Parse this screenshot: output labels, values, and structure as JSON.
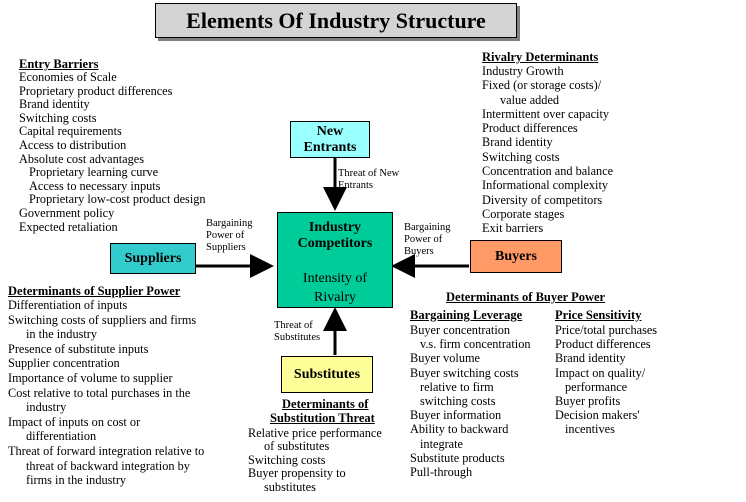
{
  "title": "Elements Of Industry Structure",
  "center": {
    "title": "Industry Competitors",
    "subtitle": "Intensity of Rivalry"
  },
  "new_entrants": {
    "label": "New Entrants",
    "threat": "Threat of New Entrants"
  },
  "suppliers": {
    "label": "Suppliers",
    "bargaining": "Bargaining Power of Suppliers"
  },
  "buyers": {
    "label": "Buyers",
    "bargaining": "Bargaining Power of Buyers"
  },
  "substitutes": {
    "label": "Substitutes",
    "threat": "Threat of Substitutes"
  },
  "entry_barriers": {
    "heading": "Entry Barriers",
    "items": [
      "Economies of Scale",
      "Proprietary product differences",
      "Brand identity",
      "Switching costs",
      "Capital requirements",
      "Access to distribution",
      "Absolute cost advantages",
      "Proprietary learning curve",
      "Access to necessary inputs",
      "Proprietary low-cost product design",
      "Government policy",
      "Expected retaliation"
    ]
  },
  "rivalry_determinants": {
    "heading": "Rivalry Determinants",
    "items": [
      "Industry Growth",
      "Fixed (or storage costs)/",
      "value added",
      "Intermittent over capacity",
      "Product differences",
      "Brand identity",
      "Switching costs",
      "Concentration and balance",
      "Informational complexity",
      "Diversity of competitors",
      "Corporate stages",
      "Exit barriers"
    ]
  },
  "supplier_power": {
    "heading": "Determinants of Supplier Power",
    "items": [
      "Differentiation of inputs",
      "Switching costs of suppliers and firms",
      "in the industry",
      "Presence of substitute inputs",
      "Supplier concentration",
      "Importance of volume to supplier",
      "Cost relative to total purchases in the",
      "industry",
      "Impact of inputs on cost or",
      "differentiation",
      "Threat of forward integration relative to",
      "threat of backward integration by",
      "firms in the industry"
    ]
  },
  "substitution_threat": {
    "heading_line1": "Determinants of",
    "heading_line2": "Substitution Threat",
    "items": [
      "Relative price performance",
      "of substitutes",
      "Switching costs",
      "Buyer propensity to",
      "substitutes"
    ]
  },
  "buyer_power": {
    "heading": "Determinants of Buyer Power",
    "leverage": {
      "heading": "Bargaining Leverage",
      "items": [
        "Buyer concentration",
        "v.s. firm concentration",
        "Buyer volume",
        "Buyer switching costs",
        "relative to firm",
        "switching costs",
        "Buyer information",
        "Ability to backward",
        "integrate",
        "Substitute products",
        "Pull-through"
      ]
    },
    "price": {
      "heading": "Price Sensitivity",
      "items": [
        "Price/total purchases",
        "Product differences",
        "Brand identity",
        "Impact on quality/",
        "performance",
        "Buyer profits",
        "Decision makers'",
        "incentives"
      ]
    }
  },
  "colors": {
    "title_bg": "#d4d4d4",
    "new_entrants": "#99ffff",
    "suppliers": "#33cccc",
    "center": "#00cc99",
    "buyers": "#ff9966",
    "substitutes": "#ffff99",
    "swirl": "#cc0000"
  }
}
